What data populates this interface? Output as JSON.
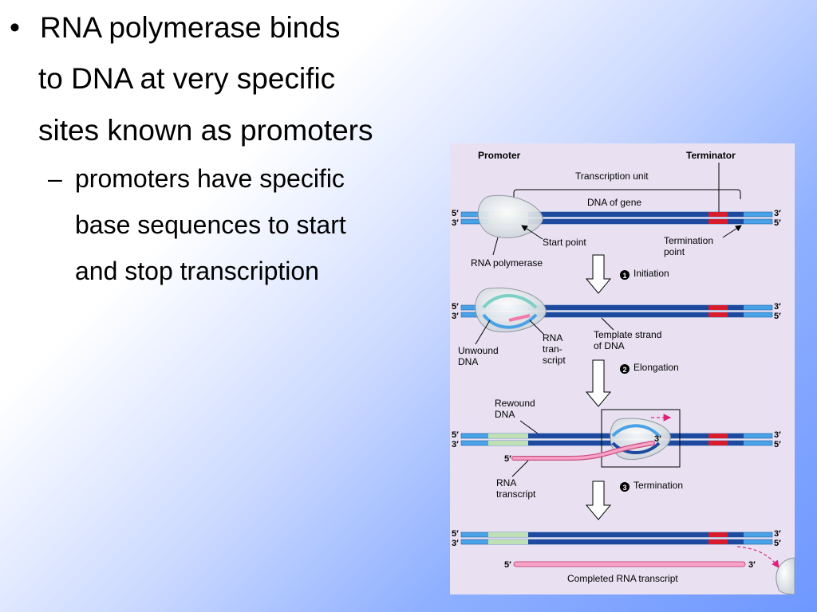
{
  "slide": {
    "bullet_symbol": "•",
    "main_lines": [
      "RNA polymerase binds",
      "to DNA at very specific",
      "sites known as promoters"
    ],
    "dash_symbol": "–",
    "sub_lines": [
      "promoters have specific",
      "base sequences to start",
      "and stop transcription"
    ]
  },
  "figure": {
    "promoter": "Promoter",
    "terminator": "Terminator",
    "transcription_unit": "Transcription unit",
    "dna_of_gene": "DNA of gene",
    "five_prime": "5′",
    "three_prime": "3′",
    "start_point": "Start point",
    "termination_point_1": "Termination",
    "termination_point_2": "point",
    "rna_polymerase": "RNA polymerase",
    "step1_num": "1",
    "step1": "Initiation",
    "unwound_1": "Unwound",
    "unwound_2": "DNA",
    "rna_transcript_a_1": "RNA",
    "rna_transcript_a_2": "tran-",
    "rna_transcript_a_3": "script",
    "template_1": "Template strand",
    "template_2": "of DNA",
    "step2_num": "2",
    "step2": "Elongation",
    "rewound_1": "Rewound",
    "rewound_2": "DNA",
    "rna_transcript_b_1": "RNA",
    "rna_transcript_b_2": "transcript",
    "step3_num": "3",
    "step3": "Termination",
    "completed": "Completed RNA transcript"
  }
}
